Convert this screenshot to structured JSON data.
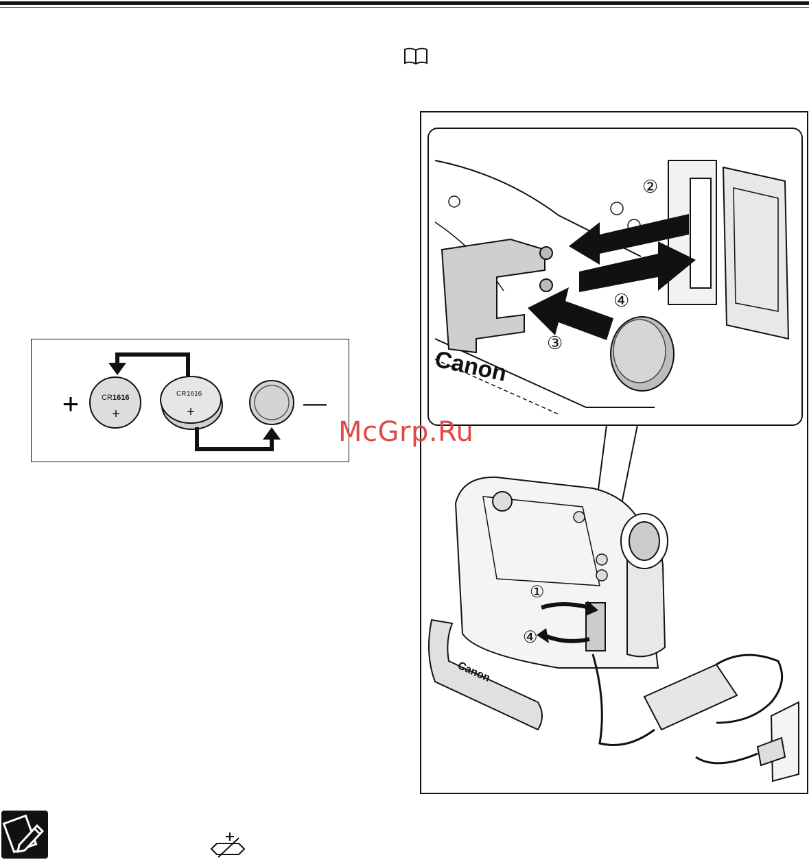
{
  "watermark": "McGrp.Ru",
  "battery_diagram": {
    "plus_sign": "+",
    "minus_sign": "—",
    "coin_label_prefix": "CR",
    "coin_label_number": "1616",
    "coin_polarity": "+"
  },
  "illustration": {
    "brand_text": "Canon",
    "step_labels": [
      "①",
      "②",
      "③",
      "④"
    ]
  },
  "icons": [
    "top-rule",
    "book-reference-icon",
    "note-pencil-icon",
    "battery-level-symbol-icon"
  ]
}
